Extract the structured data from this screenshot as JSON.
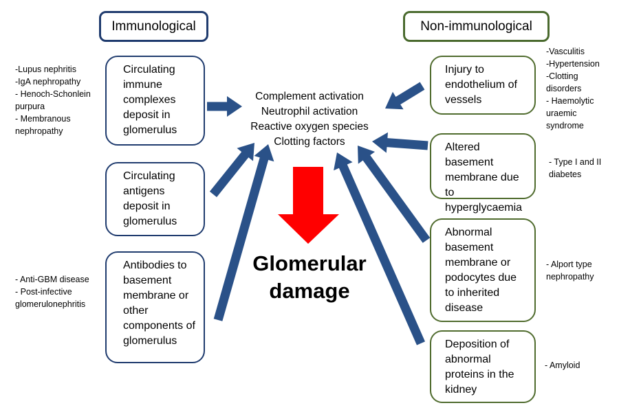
{
  "headers": {
    "immunological": "Immunological",
    "non_immunological": "Non-immunological"
  },
  "left_boxes": [
    "Circulating immune complexes deposit in glomerulus",
    "Circulating antigens deposit in glomerulus",
    "Antibodies to basement membrane or other components of glomerulus"
  ],
  "left_notes": [
    "-Lupus nephritis\n-IgA nephropathy\n- Henoch-Schonlein purpura\n- Membranous nephropathy",
    "- Anti-GBM disease\n- Post-infective glomerulonephritis"
  ],
  "right_boxes": [
    "Injury to endothelium of vessels",
    "Altered basement membrane due to hyperglycaemia",
    "Abnormal basement membrane or podocytes due to inherited disease",
    "Deposition of abnormal proteins in the kidney"
  ],
  "right_notes": [
    "-Vasculitis\n-Hypertension\n-Clotting disorders\n- Haemolytic uraemic syndrome",
    "- Type I and II diabetes",
    "- Alport type nephropathy",
    "- Amyloid"
  ],
  "center": {
    "lines": [
      "Complement activation",
      "Neutrophil activation",
      "Reactive oxygen species",
      "Clotting factors"
    ],
    "result": "Glomerular damage"
  },
  "colors": {
    "arrow_blue": "#2a5188",
    "arrow_red": "#ff0000",
    "border_blue": "#1f3b6e",
    "border_green": "#4f6b2d"
  }
}
